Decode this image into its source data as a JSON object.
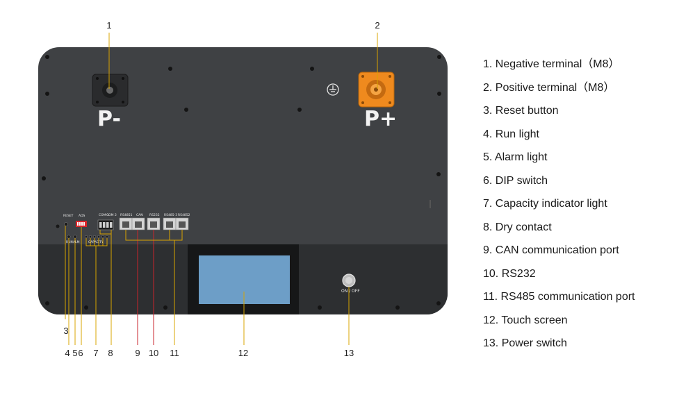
{
  "panel": {
    "negative_mark": "P-",
    "positive_mark": "P+",
    "reset_label": "RESET",
    "ads_label": "ADS",
    "run_label": "RUN",
    "alm_label": "ALM",
    "capacity_label": "CAPACITY",
    "com1_label": "COM 1",
    "com2_label": "COM 2",
    "rs4851_label": "RS4851",
    "can_label": "CAN",
    "rs232_label": "RS232",
    "rs4853_label": "RS485-3",
    "rs4852_label": "RS4852",
    "onoff_label": "ON / OFF"
  },
  "callouts": [
    "1",
    "2",
    "3",
    "4",
    "5",
    "6",
    "7",
    "8",
    "9",
    "10",
    "11",
    "12",
    "13"
  ],
  "legend": [
    "1. Negative terminal（M8）",
    "2. Positive terminal（M8）",
    "3. Reset button",
    "4.  Run light",
    "5. Alarm light",
    "6. DIP switch",
    "7. Capacity indicator light",
    "8. Dry contact",
    "9. CAN communication port",
    "10. RS232",
    "11. RS485 communication port",
    "12. Touch screen",
    "13. Power switch"
  ],
  "colors": {
    "panel_upper": "#3f4144",
    "panel_lower": "#2d2f31",
    "terminal_negative": "#2a2b2d",
    "terminal_positive": "#ef8a1e",
    "leader_yellow": "#d8a400",
    "leader_red": "#c8262c",
    "screen": "#6d9ec7",
    "dip_switch": "#d9262a"
  }
}
